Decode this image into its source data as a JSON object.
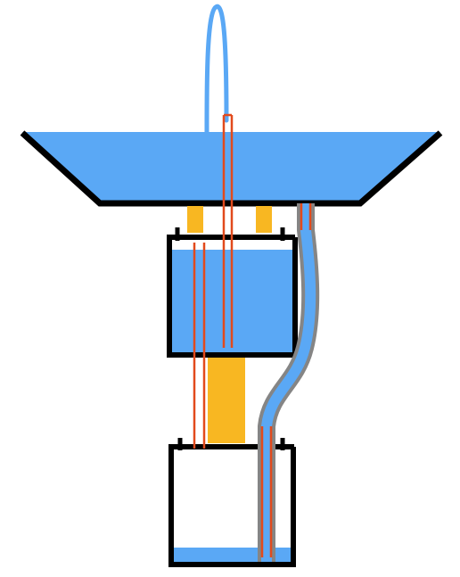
{
  "diagram": {
    "subject": "",
    "colors": {
      "water": "#5aa8f5",
      "outline": "#000000",
      "pipe_stripe": "#e24a1c",
      "support": "#f8b722",
      "hose": "#858585",
      "background": "#ffffff"
    },
    "components": [
      {
        "id": "basin",
        "label": ""
      },
      {
        "id": "upper-chamber",
        "label": ""
      },
      {
        "id": "lower-chamber",
        "label": ""
      },
      {
        "id": "fountain-jet",
        "label": ""
      },
      {
        "id": "drain-hose",
        "label": ""
      }
    ],
    "fill_levels": {
      "basin": 1.0,
      "upper_chamber": 0.82,
      "lower_chamber": 0.12
    }
  }
}
